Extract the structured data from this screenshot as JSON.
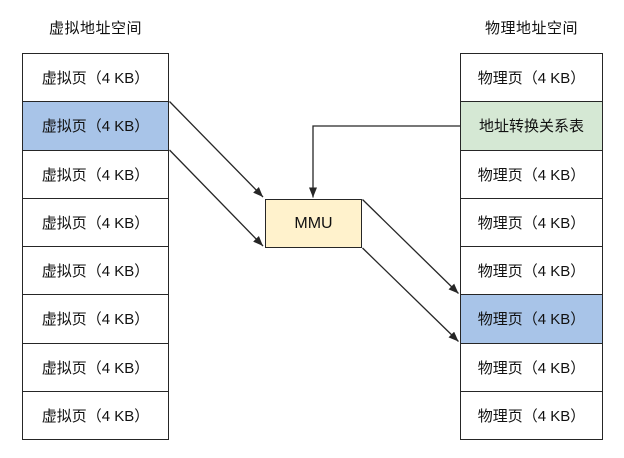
{
  "diagram": {
    "virtual": {
      "title": "虚拟地址空间",
      "rows": [
        {
          "label": "虚拟页（4 KB）",
          "highlight": "none"
        },
        {
          "label": "虚拟页（4 KB）",
          "highlight": "blue"
        },
        {
          "label": "虚拟页（4 KB）",
          "highlight": "none"
        },
        {
          "label": "虚拟页（4 KB）",
          "highlight": "none"
        },
        {
          "label": "虚拟页（4 KB）",
          "highlight": "none"
        },
        {
          "label": "虚拟页（4 KB）",
          "highlight": "none"
        },
        {
          "label": "虚拟页（4 KB）",
          "highlight": "none"
        },
        {
          "label": "虚拟页（4 KB）",
          "highlight": "none"
        }
      ]
    },
    "physical": {
      "title": "物理地址空间",
      "rows": [
        {
          "label": "物理页（4 KB）",
          "highlight": "none"
        },
        {
          "label": "地址转换关系表",
          "highlight": "green"
        },
        {
          "label": "物理页（4 KB）",
          "highlight": "none"
        },
        {
          "label": "物理页（4 KB）",
          "highlight": "none"
        },
        {
          "label": "物理页（4 KB）",
          "highlight": "none"
        },
        {
          "label": "物理页（4 KB）",
          "highlight": "blue"
        },
        {
          "label": "物理页（4 KB）",
          "highlight": "none"
        },
        {
          "label": "物理页（4 KB）",
          "highlight": "none"
        }
      ]
    },
    "mmu": {
      "label": "MMU"
    },
    "colors": {
      "blue": "#A8C4E8",
      "green": "#D5E8D4",
      "yellow": "#FFF2CC",
      "stroke": "#262626",
      "text": "#111111"
    }
  }
}
